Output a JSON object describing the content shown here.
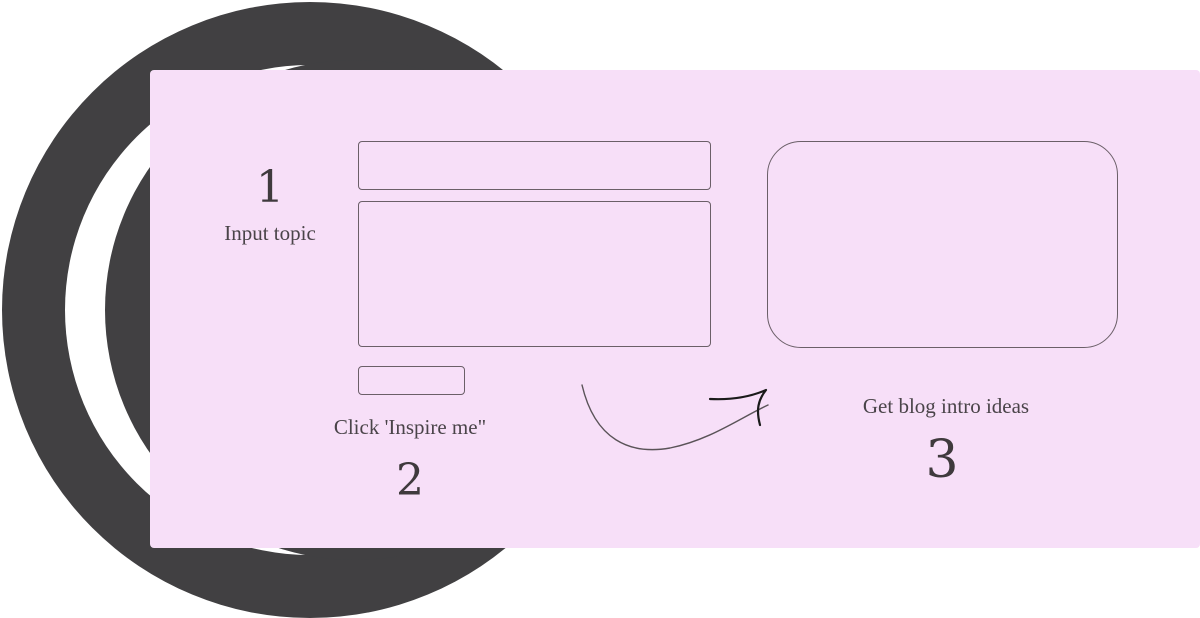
{
  "diagram": {
    "colors": {
      "card_background": "#f7dff8",
      "circle_dark": "#414042",
      "ring_light": "#ffffff",
      "outline": "#6b5f68",
      "text": "#4a4449"
    },
    "steps": [
      {
        "number": "1",
        "label": "Input topic"
      },
      {
        "number": "2",
        "label": "Click 'Inspire me\""
      },
      {
        "number": "3",
        "label": "Get blog intro ideas"
      }
    ],
    "elements": {
      "topic_input": {
        "type": "text-input-placeholder-box"
      },
      "topic_textarea": {
        "type": "textarea-placeholder-box"
      },
      "inspire_button": {
        "type": "button-placeholder-box"
      },
      "output_box": {
        "type": "output-placeholder-box"
      },
      "arrow": {
        "icon": "curved-arrow-icon",
        "direction": "left-to-right"
      }
    }
  }
}
